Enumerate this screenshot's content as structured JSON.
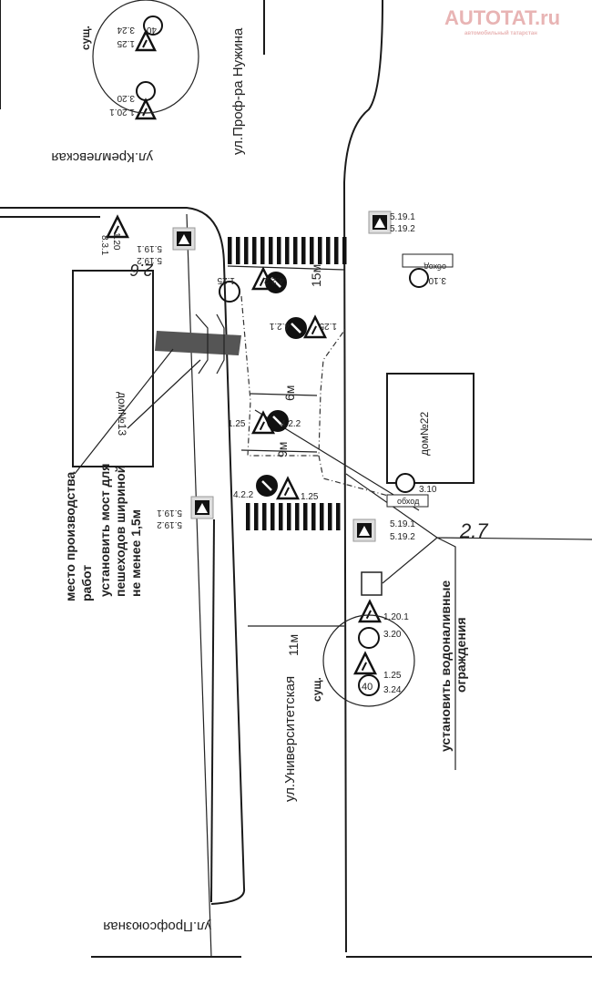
{
  "logo": {
    "text": "AUTOTAT.ru",
    "subtitle": "автомобильный татарстан",
    "color": "#e8b4b4"
  },
  "streets": {
    "kremlevskaya": "ул.Кремлевская",
    "nuzhina": "ул.Проф-ра Нужина",
    "universitetskaya": "ул.Университетская",
    "profsoyuznaya": "ул.Профсоюзная"
  },
  "buildings": {
    "house13": "дом№13",
    "house22": "дом№22"
  },
  "notes": {
    "work_site": [
      "место производства",
      "работ"
    ],
    "bridge": [
      "установить мост для",
      "пешеходов шириной",
      "не менее 1,5м"
    ],
    "barriers": [
      "установить водоналивные",
      "ограждения"
    ],
    "exist_top": "сущ.",
    "exist_bottom": "сущ.",
    "handwritten_26": "2.6",
    "handwritten_27": "2.7"
  },
  "dimensions": {
    "d15": "15м",
    "d6": "6м",
    "d9": "9м",
    "d11": "11м"
  },
  "signs": {
    "s5191": "5.19.1",
    "s5192": "5.19.2",
    "s1201": "1.20.1",
    "s320": "3.20",
    "s125": "1.25",
    "s324": "3.24",
    "s324_value": "40",
    "s310": "3.10",
    "s422": "4.2.2",
    "s421": "4.2.1",
    "s831": "8.3.1",
    "s120": "1.20",
    "detour": "обход"
  }
}
